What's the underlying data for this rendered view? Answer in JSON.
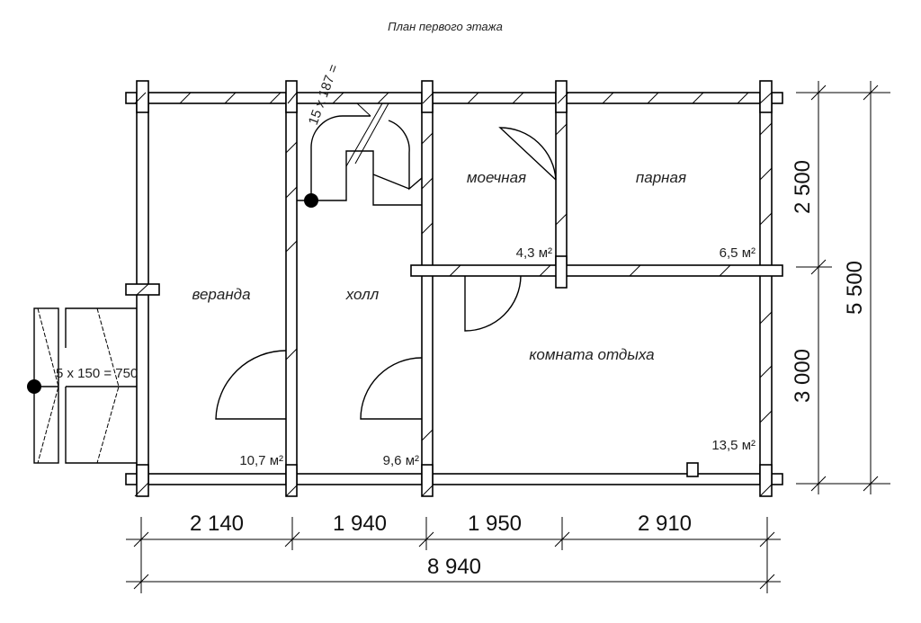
{
  "title": "План первого этажа",
  "rooms": [
    {
      "name": "веранда",
      "area": "10,7 м²"
    },
    {
      "name": "холл",
      "area": "9,6 м²"
    },
    {
      "name": "моечная",
      "area": "4,3 м²"
    },
    {
      "name": "парная",
      "area": "6,5 м²"
    },
    {
      "name": "комната отдыха",
      "area": "13,5 м²"
    }
  ],
  "stairs": {
    "main": "15 x 187 =",
    "porch": "5 x 150 = 750"
  },
  "dimensions": {
    "horizontal": [
      "2 140",
      "1 940",
      "1 950",
      "2 910"
    ],
    "total_width": "8 940",
    "vertical": [
      "2 500",
      "3 000"
    ],
    "total_depth": "5 500"
  }
}
